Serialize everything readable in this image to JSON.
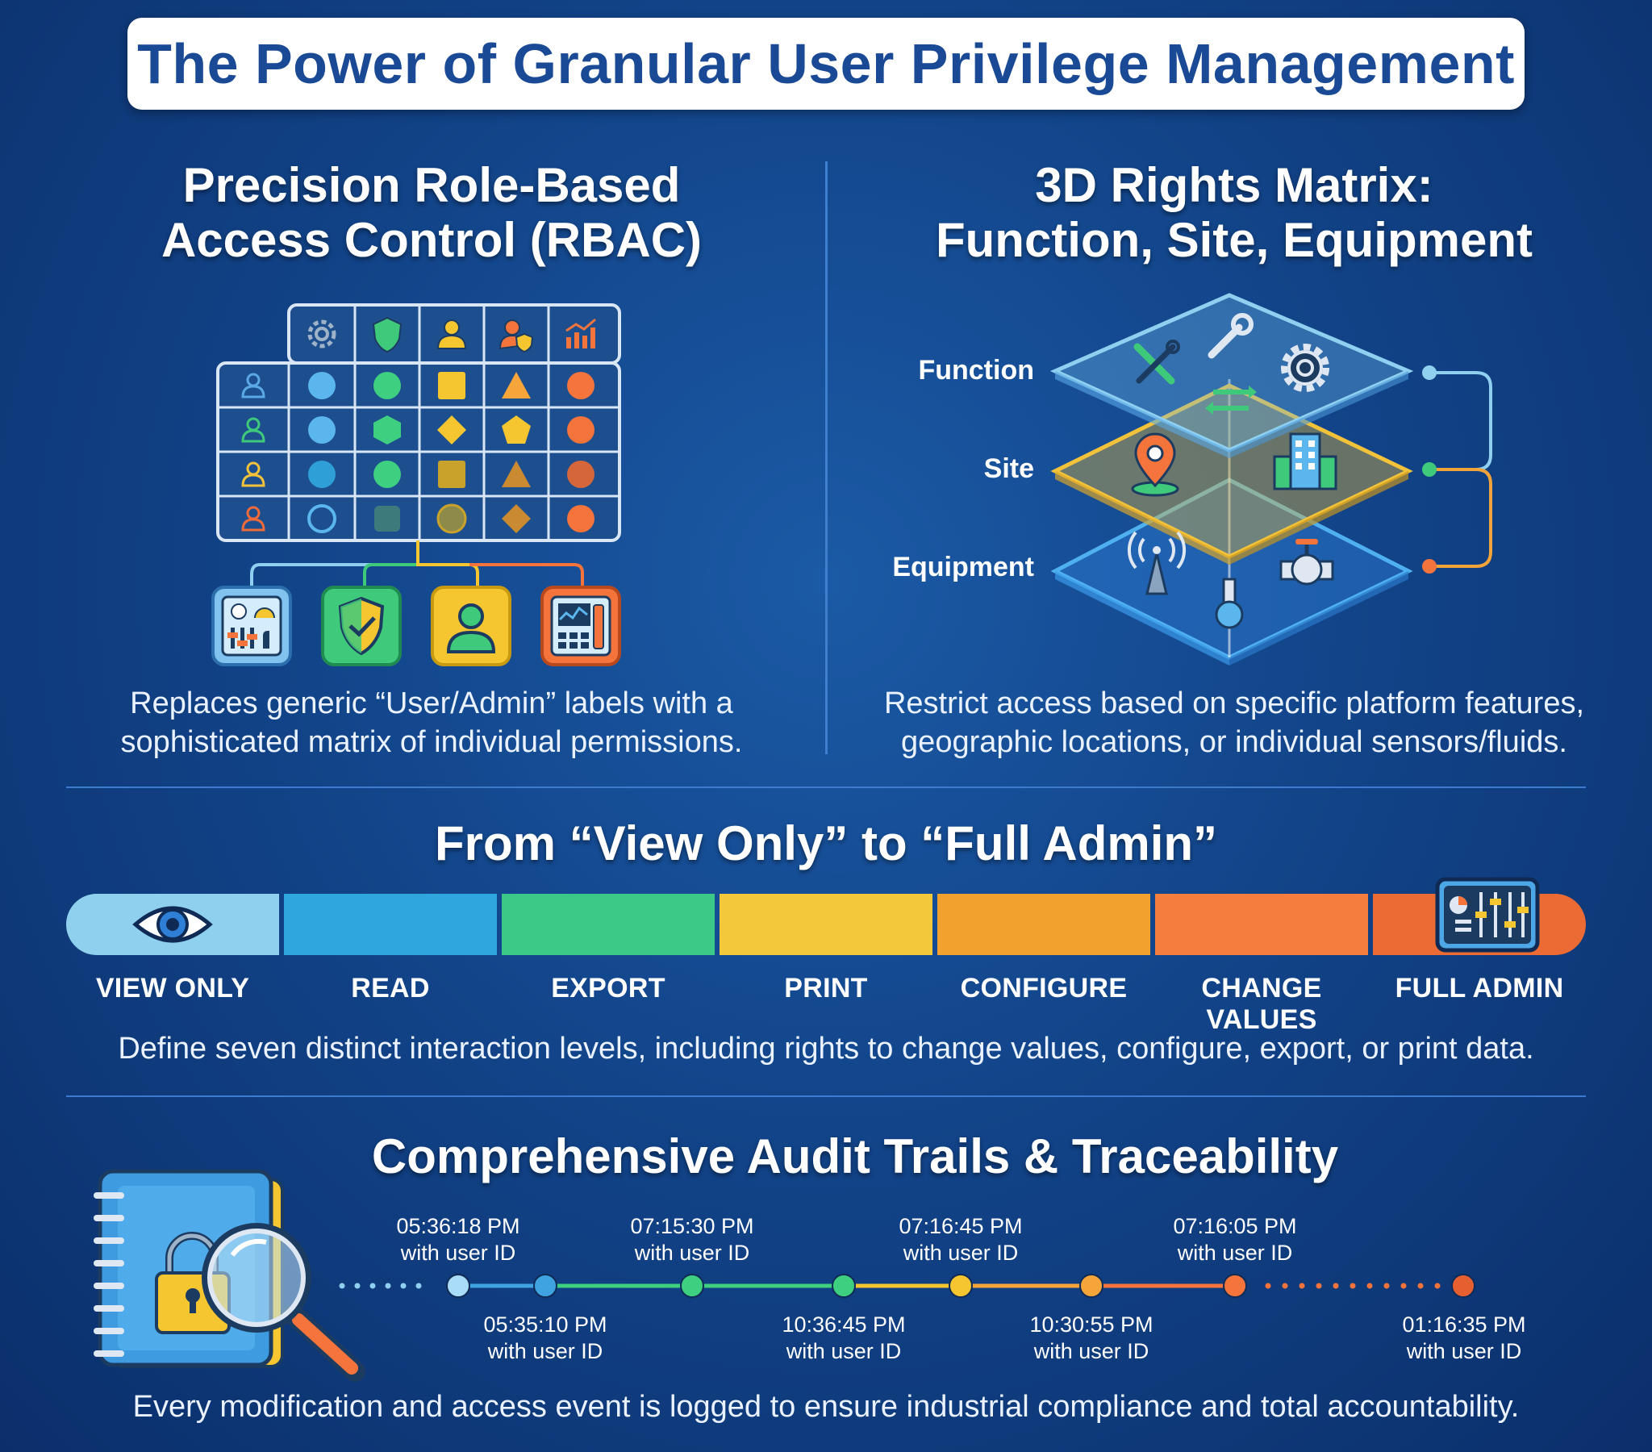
{
  "title": "The Power of Granular User Privilege Management",
  "rbac": {
    "heading_line1": "Precision Role-Based",
    "heading_line2": "Access Control (RBAC)",
    "description_line1": "Replaces generic “User/Admin” labels with a",
    "description_line2": "sophisticated matrix of individual permissions.",
    "column_icons": [
      "gear-icon",
      "shield-icon",
      "user-icon",
      "user-shield-icon",
      "chart-icon"
    ],
    "row_colors": [
      "#5aa9e6",
      "#3fc97a",
      "#f2c23a",
      "#f06a3a"
    ],
    "cell_colors": [
      "#5bb6ee",
      "#3fcf80",
      "#f5c62f",
      "#f6a53a",
      "#f4743c"
    ],
    "output_icons": [
      "control-panel-icon",
      "shield-check-icon",
      "user-icon",
      "dashboard-icon"
    ]
  },
  "matrix": {
    "heading_line1": "3D Rights Matrix:",
    "heading_line2": "Function, Site, Equipment",
    "layers": [
      "Function",
      "Site",
      "Equipment"
    ],
    "description_line1": "Restrict access based on specific platform features,",
    "description_line2": "geographic locations, or individual sensors/fluids."
  },
  "levels": {
    "heading": "From “View Only” to “Full Admin”",
    "items": [
      {
        "label": "VIEW ONLY",
        "color": "#8ed0ee"
      },
      {
        "label": "READ",
        "color": "#2fa6de"
      },
      {
        "label": "EXPORT",
        "color": "#3cc987"
      },
      {
        "label": "PRINT",
        "color": "#f3c93b"
      },
      {
        "label": "CONFIGURE",
        "color": "#f2a12e"
      },
      {
        "label": "CHANGE VALUES",
        "color": "#f57d3e"
      },
      {
        "label": "FULL ADMIN",
        "color": "#ec6b35"
      }
    ],
    "description": "Define seven distinct interaction levels, including rights to change values, configure, export, or print data."
  },
  "audit": {
    "heading": "Comprehensive Audit Trails & Traceability",
    "events_top": [
      {
        "time": "05:36:18 PM",
        "sub": "with user ID"
      },
      {
        "time": "07:15:30 PM",
        "sub": "with user ID"
      },
      {
        "time": "07:16:45 PM",
        "sub": "with user ID"
      },
      {
        "time": "07:16:05 PM",
        "sub": "with user ID"
      }
    ],
    "events_bottom": [
      {
        "time": "05:35:10 PM",
        "sub": "with user ID"
      },
      {
        "time": "10:36:45 PM",
        "sub": "with user ID"
      },
      {
        "time": "10:30:55 PM",
        "sub": "with user ID"
      },
      {
        "time": "01:16:35 PM",
        "sub": "with user ID"
      }
    ],
    "description": "Every modification and access event is logged to ensure industrial compliance and total accountability."
  }
}
